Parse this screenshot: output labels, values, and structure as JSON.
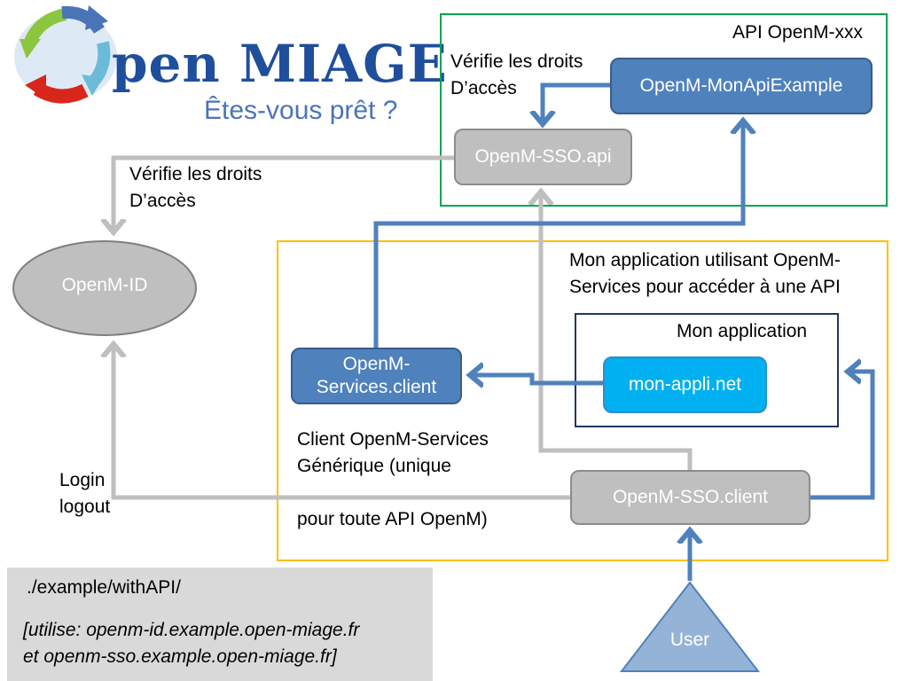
{
  "logo": {
    "brand": "pen MIAGE",
    "tagline": "Êtes-vous prêt ?"
  },
  "api_group": {
    "title": "API OpenM-xxx",
    "check_rights": "Vérifie les droits\nD’accès",
    "example_api": "OpenM-MonApiExample",
    "sso_api": "OpenM-SSO.api"
  },
  "left": {
    "check_rights": "Vérifie les droits\nD’accès",
    "openm_id": "OpenM-ID",
    "login_logout": "Login\nlogout"
  },
  "app_group": {
    "title": "Mon application utilisant OpenM-\nServices pour accéder à une API",
    "services_client": "OpenM-\nServices.client",
    "client_description": "Client OpenM-Services\nGénérique (unique",
    "client_description_2": "pour toute API OpenM)",
    "inner_title": "Mon application",
    "app_name": "mon-appli.net",
    "sso_client": "OpenM-SSO.client"
  },
  "user": {
    "label": "User"
  },
  "note": {
    "path": "./example/withAPI/",
    "uses": "[utilise: openm-id.example.open-miage.fr\net openm-sso.example.open-miage.fr]"
  },
  "colors": {
    "blue": "#4f81bd",
    "grey": "#bfbfbf",
    "cyan": "#00b0f0",
    "green_frame": "#00a651",
    "yellow_frame": "#ffc000",
    "note_bg": "#d9d9d9"
  }
}
